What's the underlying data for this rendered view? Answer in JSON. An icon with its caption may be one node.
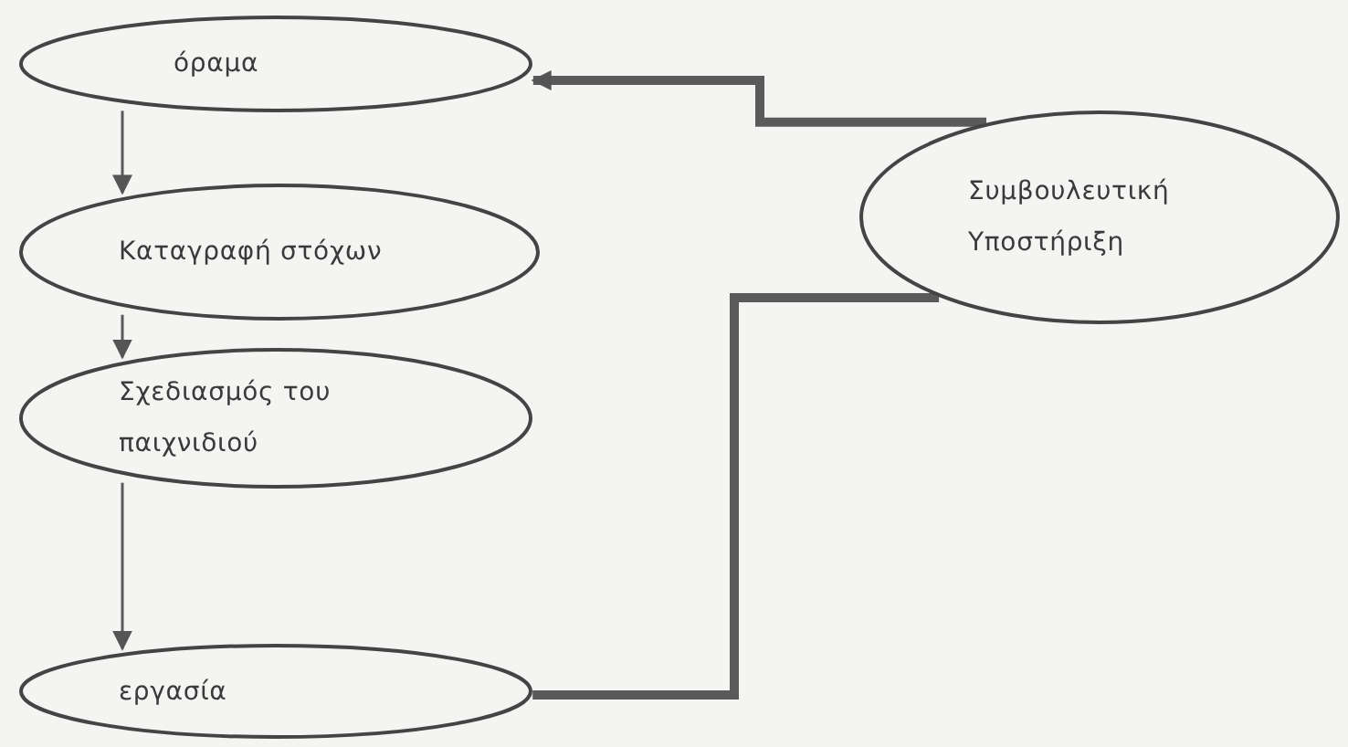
{
  "diagram": {
    "nodes": [
      {
        "text": [
          "όραμα"
        ]
      },
      {
        "text": [
          "Καταγραφή στόχων"
        ]
      },
      {
        "text": [
          "Σχεδιασμός του παιχνιδιού"
        ]
      },
      {
        "text": [
          "εργασία"
        ]
      },
      {
        "text": [
          "Συμβουλευτική Υποστήριξη"
        ]
      }
    ],
    "edges": [
      {
        "from": 0,
        "to": 1,
        "arrow": "to"
      },
      {
        "from": 1,
        "to": 2,
        "arrow": "to"
      },
      {
        "from": 2,
        "to": 3,
        "arrow": "to"
      },
      {
        "from": 3,
        "to": 4,
        "arrow": "none",
        "style": "thick"
      },
      {
        "from": 4,
        "to": 0,
        "arrow": "to",
        "style": "thick"
      }
    ]
  }
}
